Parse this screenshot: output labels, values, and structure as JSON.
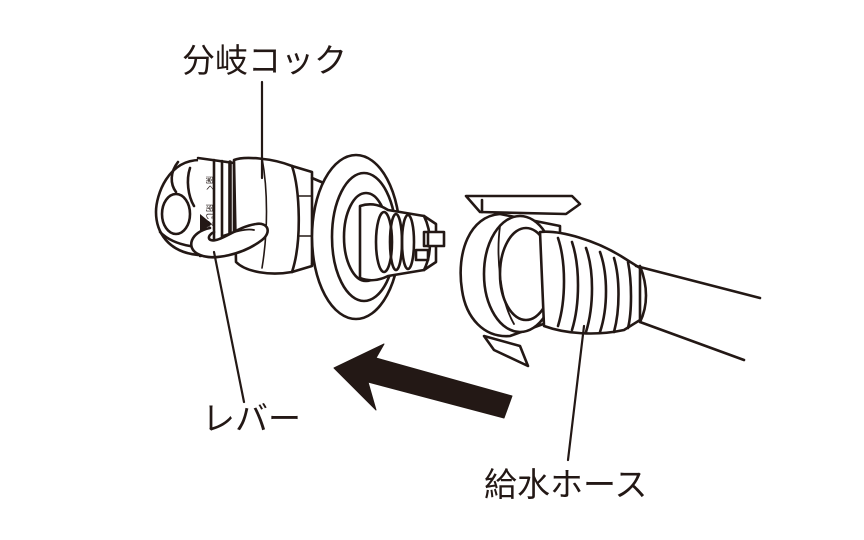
{
  "labels": {
    "branch_cock": "分岐コック",
    "lever": "レバー",
    "supply_hose": "給水ホース"
  },
  "lever_markings": {
    "open": "開く",
    "close": "閉じる"
  },
  "colors": {
    "ink": "#231815",
    "background": "#ffffff"
  },
  "icons": {
    "direction_arrow": "left-arrow-icon"
  }
}
